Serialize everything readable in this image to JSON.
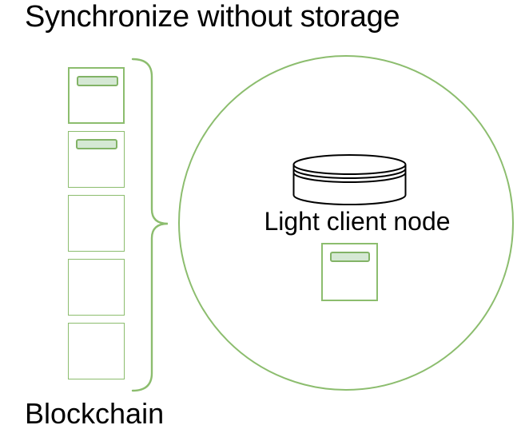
{
  "title": "Synchronize without storage",
  "colors": {
    "outline_green": "#8cbd6e",
    "accent_green": "#82b366",
    "bar_fill": "#d5e8d4",
    "ink": "#000000",
    "background": "#ffffff"
  },
  "blockchain": {
    "label": "Blockchain",
    "brace_icon": "curly-brace-right-icon",
    "blocks": [
      {
        "id": "block-1",
        "has_header_bar": true
      },
      {
        "id": "block-2",
        "has_header_bar": true
      },
      {
        "id": "block-3",
        "has_header_bar": false
      },
      {
        "id": "block-4",
        "has_header_bar": false
      },
      {
        "id": "block-5",
        "has_header_bar": false
      }
    ]
  },
  "light_client": {
    "label": "Light client node",
    "database_icon": "database-cylinder-icon",
    "stored_block": {
      "has_header_bar": true
    }
  }
}
